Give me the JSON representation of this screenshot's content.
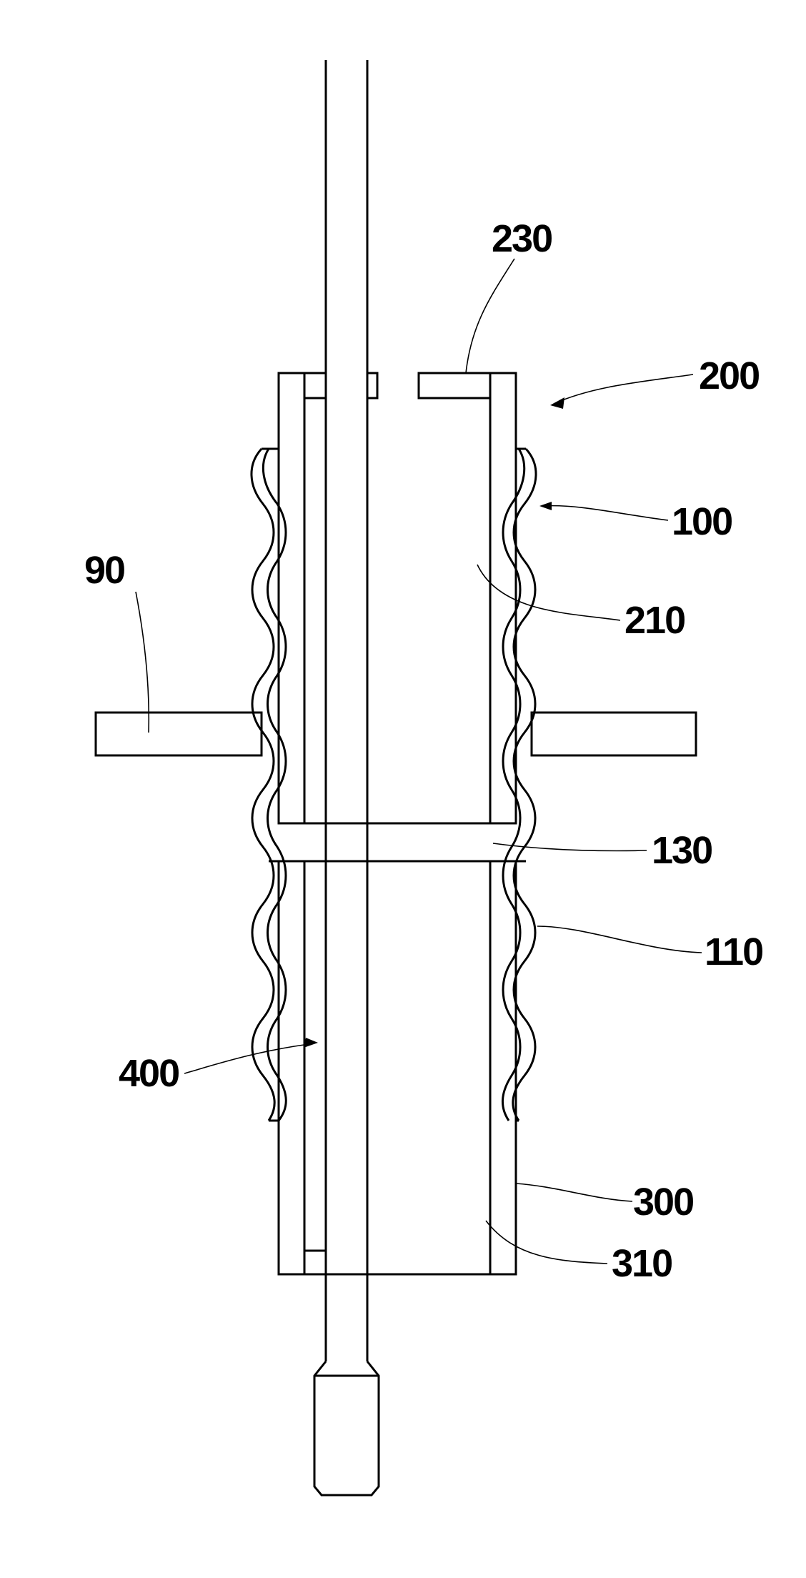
{
  "figure": {
    "labels": {
      "l90": "90",
      "l100": "100",
      "l110": "110",
      "l130": "130",
      "l200": "200",
      "l210": "210",
      "l230": "230",
      "l300": "300",
      "l310": "310",
      "l400": "400"
    }
  }
}
